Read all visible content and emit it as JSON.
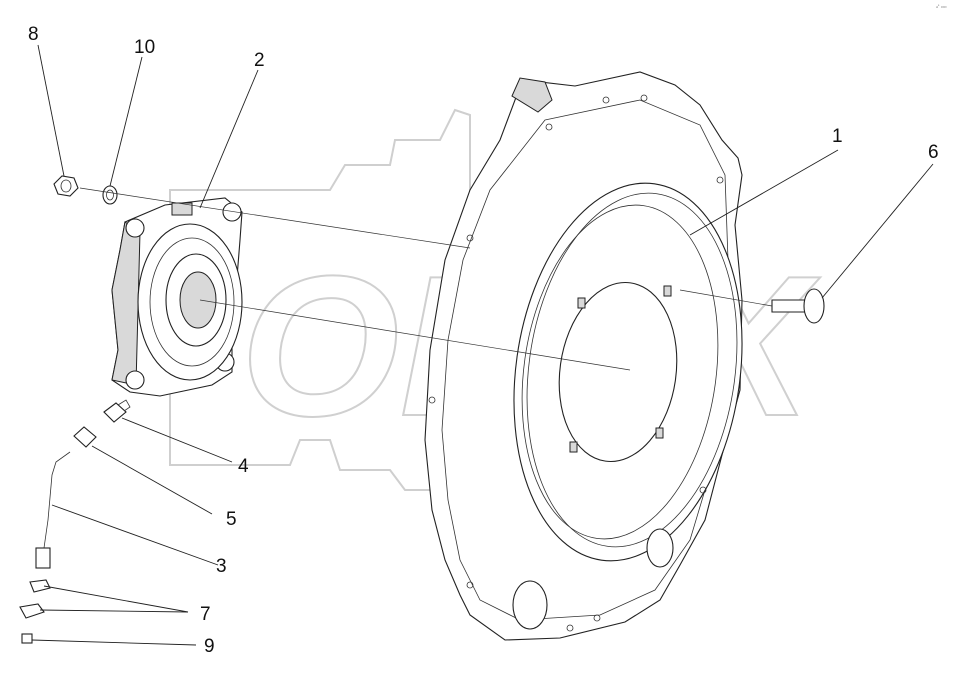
{
  "figure": {
    "corner_mark": "ᵊ˚ ᵒᵒᵒ",
    "watermark": "OPEX",
    "callouts": [
      {
        "id": "callout-1",
        "text": "1"
      },
      {
        "id": "callout-2",
        "text": "2"
      },
      {
        "id": "callout-3",
        "text": "3"
      },
      {
        "id": "callout-4",
        "text": "4"
      },
      {
        "id": "callout-5",
        "text": "5"
      },
      {
        "id": "callout-6",
        "text": "6"
      },
      {
        "id": "callout-7",
        "text": "7"
      },
      {
        "id": "callout-8",
        "text": "8"
      },
      {
        "id": "callout-9",
        "text": "9"
      },
      {
        "id": "callout-10",
        "text": "10"
      }
    ]
  }
}
